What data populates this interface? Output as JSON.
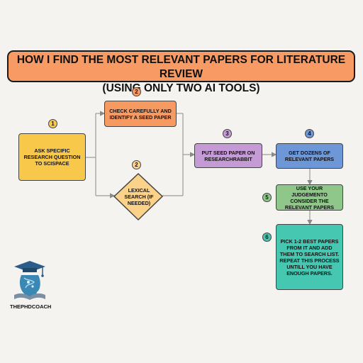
{
  "title": {
    "line1": "HOW I FIND THE MOST RELEVANT PAPERS FOR LITERATURE REVIEW",
    "line2": "(USING ONLY TWO AI TOOLS)"
  },
  "steps": {
    "s1": {
      "num": "1",
      "text": "ASK SPECIFIC RESEARCH QUESTION TO SCISPACE"
    },
    "s2a": {
      "num": "2",
      "text": "CHECK CAREFULLY AND IDENTIFY A SEED PAPER"
    },
    "s2b": {
      "num": "2",
      "text": "LEXICAL SEARCH (IF NEEDED)"
    },
    "s3": {
      "num": "3",
      "text": "PUT SEED PAPER ON RESEARCHRABBIT"
    },
    "s4": {
      "num": "4",
      "text": "GET DOZENS OF RELEVANT PAPERS"
    },
    "s5": {
      "num": "5",
      "text": "USE YOUR JUDGEMENTO CONSIDER THE RELEVANT PAPERS"
    },
    "s6": {
      "num": "6",
      "text": "PICK 1-2 BEST PAPERS FROM IT AND ADD THEM TO SEARCH LIST. REPEAT THIS PROCESS UNTILL YOU HAVE ENOUGH PAPERS."
    }
  },
  "brand": {
    "name": "THEPHDCOACH",
    "logo_icon": "graduate-head-icon"
  },
  "colors": {
    "background": "#f5f3ef",
    "title": "#f79a63",
    "step1": "#f7c84a",
    "step2a": "#f69a62",
    "step2b": "#fbd28a",
    "step3": "#c59bd6",
    "step4": "#6e97d8",
    "step5": "#8fc78a",
    "step6": "#45c7b2"
  }
}
